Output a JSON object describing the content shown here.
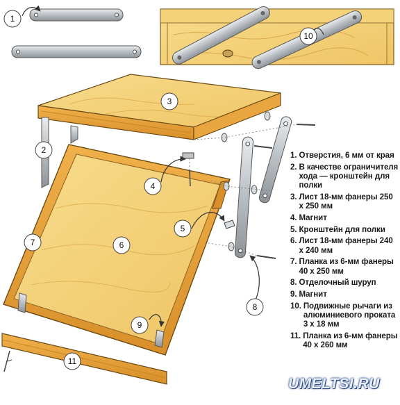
{
  "callouts": [
    "1",
    "2",
    "3",
    "4",
    "5",
    "6",
    "7",
    "8",
    "9",
    "10",
    "11"
  ],
  "legend": [
    {
      "num": "1.",
      "text": "Отверстия, 6 мм от края"
    },
    {
      "num": "2.",
      "text": "В качестве ограничителя хода — кронштейн для полки"
    },
    {
      "num": "3.",
      "text": "Лист 18-мм фанеры 250 х 250 мм"
    },
    {
      "num": "4.",
      "text": "Магнит"
    },
    {
      "num": "5.",
      "text": "Кронштейн для полки"
    },
    {
      "num": "6.",
      "text": "Лист 18-мм фанеры 240 х 240 мм"
    },
    {
      "num": "7.",
      "text": "Планка из 6-мм фанеры 40 х 250 мм"
    },
    {
      "num": "8.",
      "text": "Отделочный шуруп"
    },
    {
      "num": "9.",
      "text": "Магнит"
    },
    {
      "num": "10.",
      "text": "Подвижные рычаги из алюминиевого проката 3 х 18 мм"
    },
    {
      "num": "11.",
      "text": "Планка из 6-мм фанеры 40 х 260 мм"
    }
  ],
  "watermark": "UMELTSI.RU",
  "colors": {
    "plywood": "#f2c96a",
    "plywood_edge": "#e0a33d",
    "metal": "#c2c7cc",
    "outline": "#3a2a10",
    "arrow": "#333333"
  }
}
